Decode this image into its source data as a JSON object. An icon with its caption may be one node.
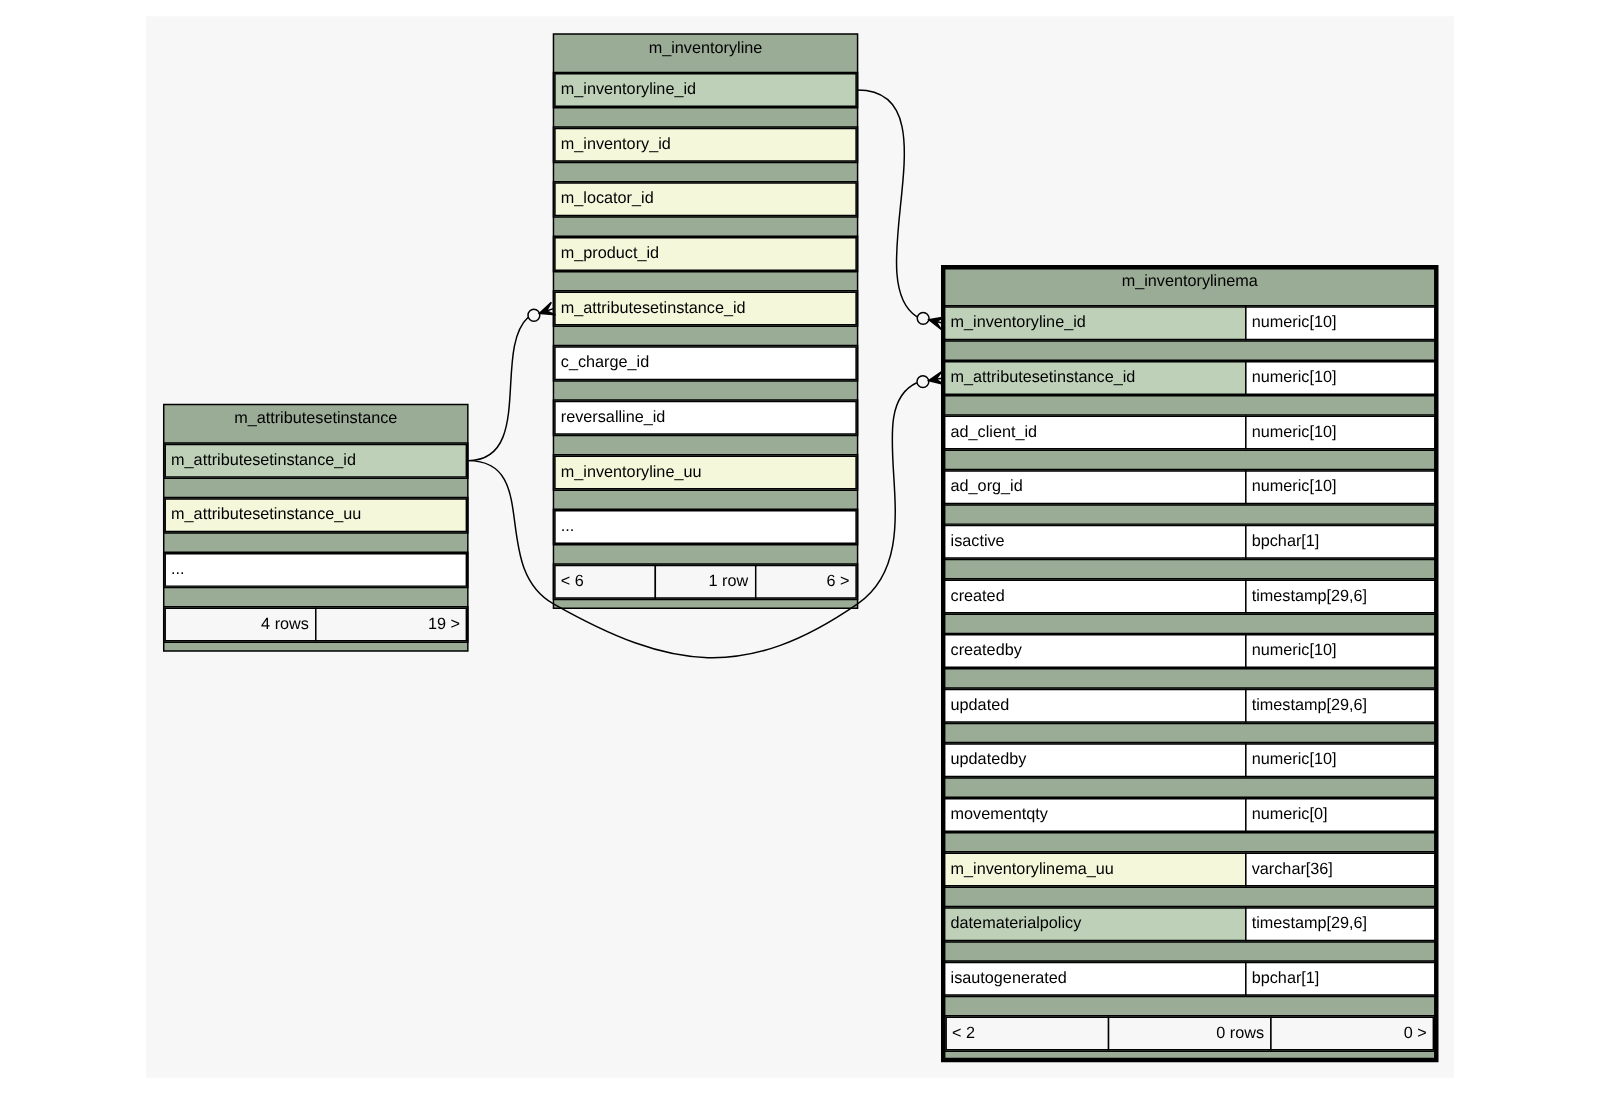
{
  "diagram": {
    "nodes": [
      {
        "text": [
          "m_inventoryline"
        ]
      },
      {
        "text": [
          "m_inventoryline_id"
        ],
        "in": 0
      },
      {
        "text": [
          "m_inventory_id"
        ],
        "in": 0
      },
      {
        "text": [
          "m_locator_id"
        ],
        "in": 0
      },
      {
        "text": [
          "m_product_id"
        ],
        "in": 0
      },
      {
        "text": [
          "m_attributesetinstance_id"
        ],
        "in": 0
      },
      {
        "text": [
          "c_charge_id"
        ],
        "in": 0
      },
      {
        "text": [
          "reversalline_id"
        ],
        "in": 0
      },
      {
        "text": [
          "m_inventoryline_uu"
        ],
        "in": 0
      },
      {
        "text": [
          "..."
        ],
        "in": 0
      },
      {
        "text": [
          "< 6",
          "1 row",
          "6 >"
        ],
        "in": 0
      },
      {
        "text": [
          "m_attributesetinstance"
        ]
      },
      {
        "text": [
          "m_attributesetinstance_id"
        ],
        "in": 11
      },
      {
        "text": [
          "m_attributesetinstance_uu"
        ],
        "in": 11
      },
      {
        "text": [
          "..."
        ],
        "in": 11
      },
      {
        "text": [
          "4 rows",
          "19 >"
        ],
        "in": 11
      },
      {
        "text": [
          "m_inventorylinema"
        ]
      },
      {
        "text": [
          "m_inventoryline_id",
          "numeric[10]"
        ],
        "in": 16
      },
      {
        "text": [
          "m_attributesetinstance_id",
          "numeric[10]"
        ],
        "in": 16
      },
      {
        "text": [
          "ad_client_id",
          "numeric[10]"
        ],
        "in": 16
      },
      {
        "text": [
          "ad_org_id",
          "numeric[10]"
        ],
        "in": 16
      },
      {
        "text": [
          "isactive",
          "bpchar[1]"
        ],
        "in": 16
      },
      {
        "text": [
          "created",
          "timestamp[29,6]"
        ],
        "in": 16
      },
      {
        "text": [
          "createdby",
          "numeric[10]"
        ],
        "in": 16
      },
      {
        "text": [
          "updated",
          "timestamp[29,6]"
        ],
        "in": 16
      },
      {
        "text": [
          "updatedby",
          "numeric[10]"
        ],
        "in": 16
      },
      {
        "text": [
          "movementqty",
          "numeric[0]"
        ],
        "in": 16
      },
      {
        "text": [
          "m_inventorylinema_uu",
          "varchar[36]"
        ],
        "in": 16
      },
      {
        "text": [
          "datematerialpolicy",
          "timestamp[29,6]"
        ],
        "in": 16
      },
      {
        "text": [
          "isautogenerated",
          "bpchar[1]"
        ],
        "in": 16
      },
      {
        "text": [
          "< 2",
          "0 rows",
          "0 >"
        ],
        "in": 16
      }
    ],
    "edges": [
      {
        "from": 1,
        "to": 17,
        "arrow": "other"
      },
      {
        "from": 12,
        "to": 5,
        "arrow": "other"
      },
      {
        "from": 12,
        "to": 18,
        "arrow": "other"
      }
    ]
  }
}
